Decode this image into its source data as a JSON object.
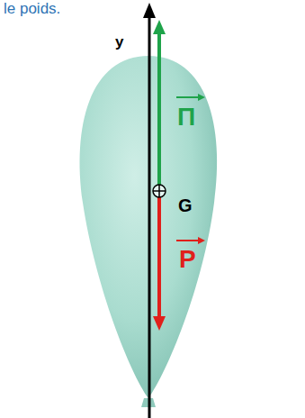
{
  "diagram": {
    "labels": [
      "le poids.",
      "y",
      "Π",
      "G",
      "P"
    ]
  }
}
